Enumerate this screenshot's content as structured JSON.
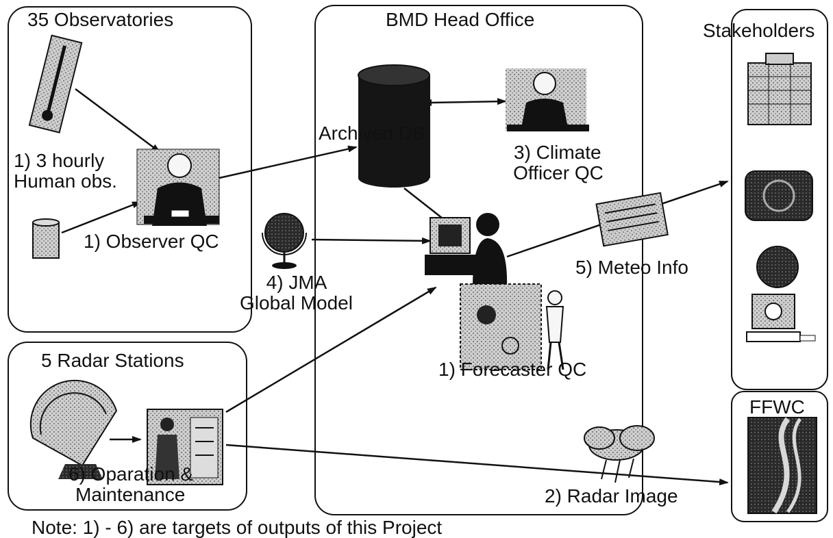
{
  "panels": {
    "observatories": {
      "title": "35 Observatories"
    },
    "head_office": {
      "title": "BMD Head Office"
    },
    "stakeholders": {
      "title": "Stakeholders"
    },
    "radar_stations": {
      "title": "5 Radar Stations"
    },
    "ffwc": {
      "title": "FFWC"
    }
  },
  "labels": {
    "human_obs_line1": "1) 3 hourly",
    "human_obs_line2": "Human obs.",
    "observer_qc": "1) Observer QC",
    "archived_db": "Archived DB",
    "climate_line1": "3) Climate",
    "climate_line2": "Officer QC",
    "jma_line1": "4) JMA",
    "jma_line2": "Global Model",
    "meteo_info": "5) Meteo Info",
    "forecaster_qc": "1) Forecaster QC",
    "operation_line1": "6) Oparation &",
    "operation_line2": "Maintenance",
    "radar_image": "2) Radar Image",
    "note": "Note: 1) - 6) are targets of outputs of this Project"
  },
  "icons": [
    "thermometer-icon",
    "rain-gauge-icon",
    "observer-person-icon",
    "database-cylinder-icon",
    "climate-officer-icon",
    "globe-icon",
    "forecaster-computer-icon",
    "weather-map-icon",
    "newspaper-icon",
    "office-building-icon",
    "radio-icon",
    "tv-icon",
    "computer-icon",
    "radar-dish-icon",
    "radar-operator-icon",
    "storm-cloud-icon",
    "river-map-icon"
  ]
}
